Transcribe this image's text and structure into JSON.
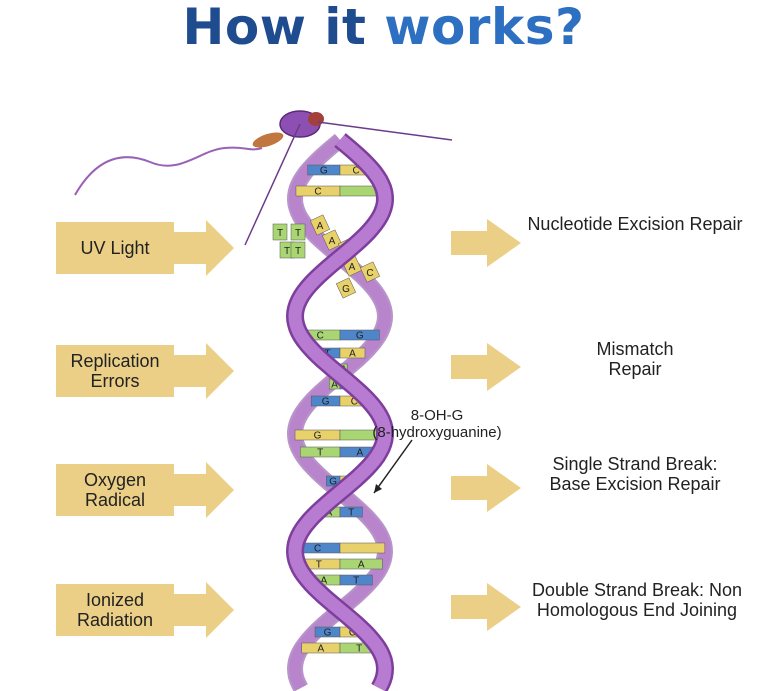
{
  "title": {
    "part1": "How it ",
    "part2": "works?"
  },
  "causes": [
    {
      "label": "UV Light"
    },
    {
      "label": "Replication Errors"
    },
    {
      "label": "Oxygen Radical"
    },
    {
      "label": "Ionized Radiation"
    }
  ],
  "repairs": [
    {
      "label": "Nucleotide Excision Repair"
    },
    {
      "label": "Mismatch Repair"
    },
    {
      "label": "Single Strand Break: Base Excision Repair"
    },
    {
      "label": "Double Strand Break: Non Homologous End Joining"
    }
  ],
  "annotation": {
    "line1": "8-OH-G",
    "line2": "(8-hydroxyguanine)"
  },
  "base_pairs": [
    {
      "left": "G",
      "right": "C"
    },
    {
      "left": "C",
      "right": ""
    },
    {
      "left": "C",
      "right": "G"
    },
    {
      "left": "T",
      "right": "A"
    },
    {
      "left": "T",
      "right": "A"
    },
    {
      "left": "A",
      "right": "C"
    },
    {
      "left": "G",
      "right": "C"
    },
    {
      "left": "G",
      "right": ""
    },
    {
      "left": "T",
      "right": "A"
    },
    {
      "left": "G",
      "right": "C"
    },
    {
      "left": "C",
      "right": "G"
    },
    {
      "left": "A",
      "right": "T"
    },
    {
      "left": "C",
      "right": ""
    },
    {
      "left": "T",
      "right": "A"
    },
    {
      "left": "A",
      "right": "T"
    },
    {
      "left": "G",
      "right": "C"
    },
    {
      "left": "A",
      "right": "T"
    }
  ],
  "uv_lesion_bases": [
    "T",
    "T",
    "T",
    "T",
    "A",
    "A",
    "A",
    "A",
    "G",
    "C"
  ],
  "colors": {
    "title_dark": "#1f4c8f",
    "title_light": "#2d6fc1",
    "cause_box": "#ebcf86",
    "arrow": "#ebcf86",
    "strand": "#b77bd1",
    "strand_dark": "#7e3e9c",
    "base_blue": "#4f86c9",
    "base_yellow": "#e8d16a",
    "base_green": "#a9d672"
  }
}
